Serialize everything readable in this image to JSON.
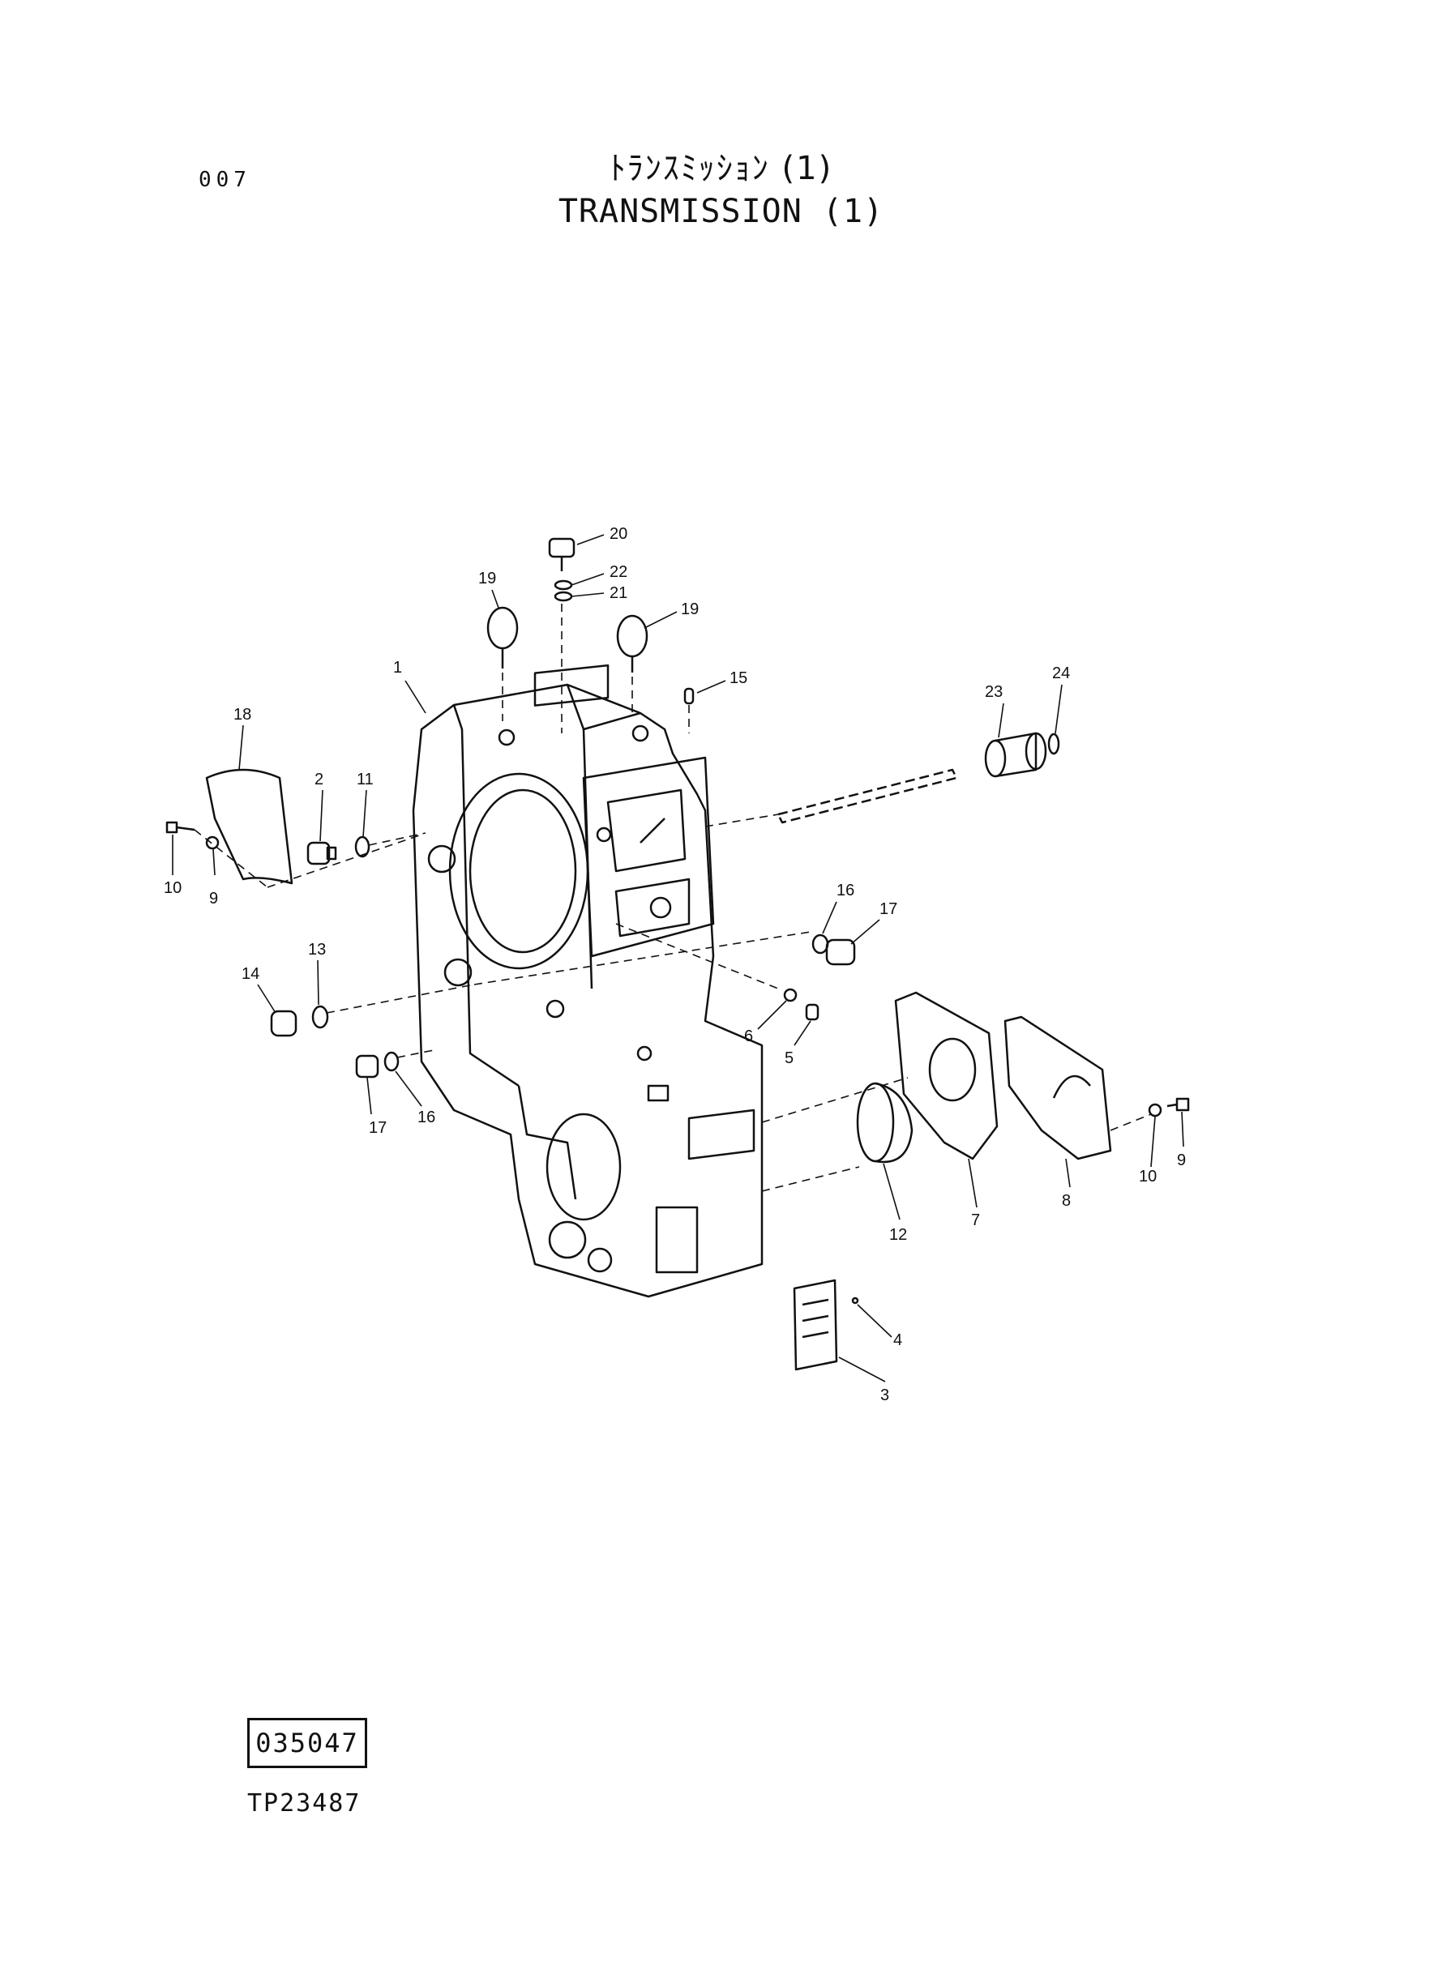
{
  "header": {
    "page_number": "007",
    "title_jp": "ﾄﾗﾝｽﾐｯｼｮﾝ (1)",
    "title_en": "TRANSMISSION (1)"
  },
  "footer": {
    "figure_number": "035047",
    "reference_code": "TP23487"
  },
  "callouts": [
    "20",
    "22",
    "21",
    "19",
    "19",
    "15",
    "23",
    "24",
    "1",
    "18",
    "2",
    "11",
    "10",
    "9",
    "16",
    "17",
    "13",
    "14",
    "6",
    "5",
    "17",
    "16",
    "12",
    "7",
    "8",
    "10",
    "9",
    "4",
    "3"
  ]
}
